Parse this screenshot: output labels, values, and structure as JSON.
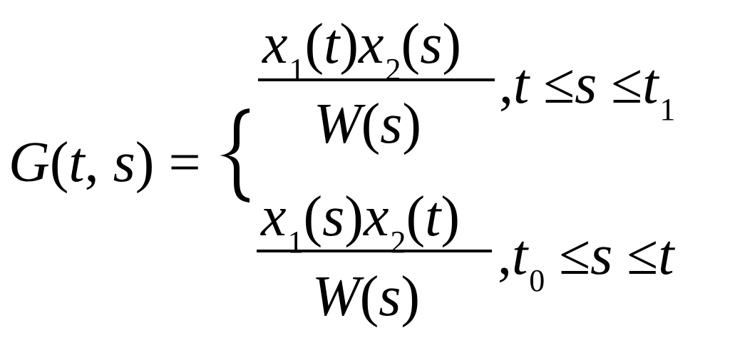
{
  "lhs": {
    "func": "G",
    "open": "(",
    "arg1": "t",
    "comma": ",",
    "arg2": "s",
    "close": ")",
    "equals": "="
  },
  "cases": [
    {
      "numerator": {
        "a": "x",
        "a_sub": "1",
        "a_arg": "t",
        "b": "x",
        "b_sub": "2",
        "b_arg": "s"
      },
      "denominator": {
        "func": "W",
        "arg": "s"
      },
      "condition": {
        "lead": ",",
        "v1": "t",
        "op1": "≤",
        "v2": "s",
        "op2": "≤",
        "v3": "t",
        "v3_sub": "1"
      }
    },
    {
      "numerator": {
        "a": "x",
        "a_sub": "1",
        "a_arg": "s",
        "b": "x",
        "b_sub": "2",
        "b_arg": "t"
      },
      "denominator": {
        "func": "W",
        "arg": "s"
      },
      "condition": {
        "lead": ",",
        "v1": "t",
        "v1_sub": "0",
        "op1": "≤",
        "v2": "s",
        "op2": "≤",
        "v3": "t"
      }
    }
  ]
}
